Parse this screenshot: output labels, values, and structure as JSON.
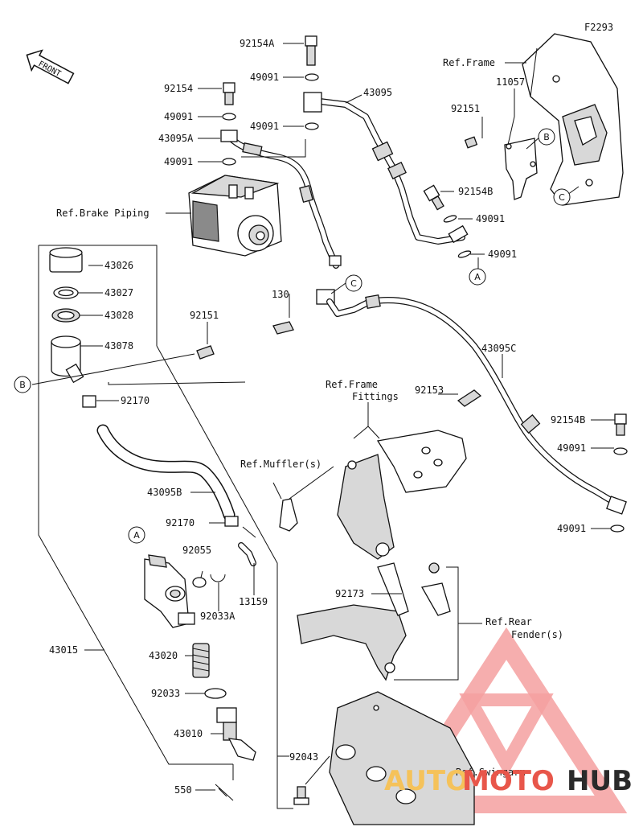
{
  "diagram": {
    "code": "F2293",
    "front_label": "FRONT"
  },
  "part_labels": {
    "p92154A": "92154A",
    "p49091_a": "49091",
    "p92154": "92154",
    "p49091_b": "49091",
    "p43095": "43095",
    "p49091_c": "49091",
    "p43095A": "43095A",
    "p49091_d": "49091",
    "p11057": "11057",
    "p92151_a": "92151",
    "p92154B": "92154B",
    "p49091_e": "49091",
    "p49091_f": "49091",
    "p43026": "43026",
    "p43027": "43027",
    "p43028": "43028",
    "p43078": "43078",
    "p92151_b": "92151",
    "p130": "130",
    "p43095C": "43095C",
    "p92153": "92153",
    "p92170_a": "92170",
    "p43095B": "43095B",
    "p92154B_b": "92154B",
    "p49091_g": "49091",
    "p92170_b": "92170",
    "p49091_h": "49091",
    "p92055": "92055",
    "p13159": "13159",
    "p92033A": "92033A",
    "p92173": "92173",
    "p43015": "43015",
    "p43020": "43020",
    "p92033": "92033",
    "p43010": "43010",
    "p92043": "92043",
    "p550": "550"
  },
  "ref_labels": {
    "frame": "Ref.Frame",
    "brake_piping": "Ref.Brake Piping",
    "frame_fittings_1": "Ref.Frame",
    "frame_fittings_2": "Fittings",
    "mufflers": "Ref.Muffler(s)",
    "rear_fender_1": "Ref.Rear",
    "rear_fender_2": "Fender(s)",
    "swingarm": "Ref.Swingarm"
  },
  "callouts": {
    "A": "A",
    "B": "B",
    "C": "C"
  },
  "watermark": {
    "text_auto": "AUTO",
    "text_moto": "MOTO",
    "text_hub": "HUB",
    "color_auto": "#f5c25a",
    "color_moto": "#e8564a",
    "color_hub": "#2a2a2a",
    "triangle_color": "#f4a0a0"
  }
}
